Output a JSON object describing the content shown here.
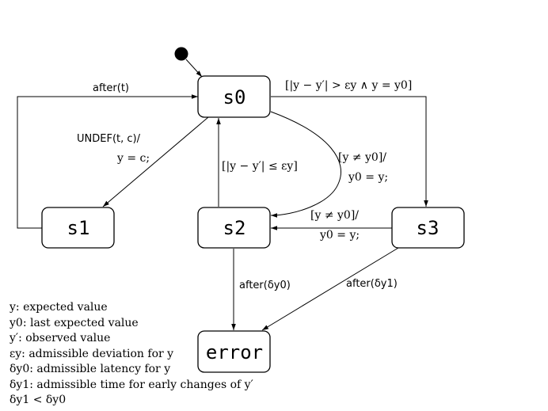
{
  "states": {
    "s0": "s0",
    "s1": "s1",
    "s2": "s2",
    "s3": "s3",
    "error": "error"
  },
  "edges": {
    "s1_s0": "after(t)",
    "s0_s1_line1": "UNDEF(t, c)/",
    "s0_s1_line2": "y = c;",
    "s2_s0": "[|y − y′| ≤ εy]",
    "s0_s3": "[|y − y′| > εy ∧ y = y0]",
    "s0_s2_line1": "[y ≠ y0]/",
    "s0_s2_line2": "y0 = y;",
    "s3_s2_line1": "[y ≠ y0]/",
    "s3_s2_line2": "y0 = y;",
    "s2_error": "after(δy0)",
    "s3_error": "after(δy1)"
  },
  "legend": [
    "y: expected value",
    "y0: last expected value",
    "y′: observed value",
    "εy: admissible deviation for y",
    "δy0: admissible latency for y",
    "δy1: admissible time for early changes of y′",
    "δy1 < δy0"
  ]
}
